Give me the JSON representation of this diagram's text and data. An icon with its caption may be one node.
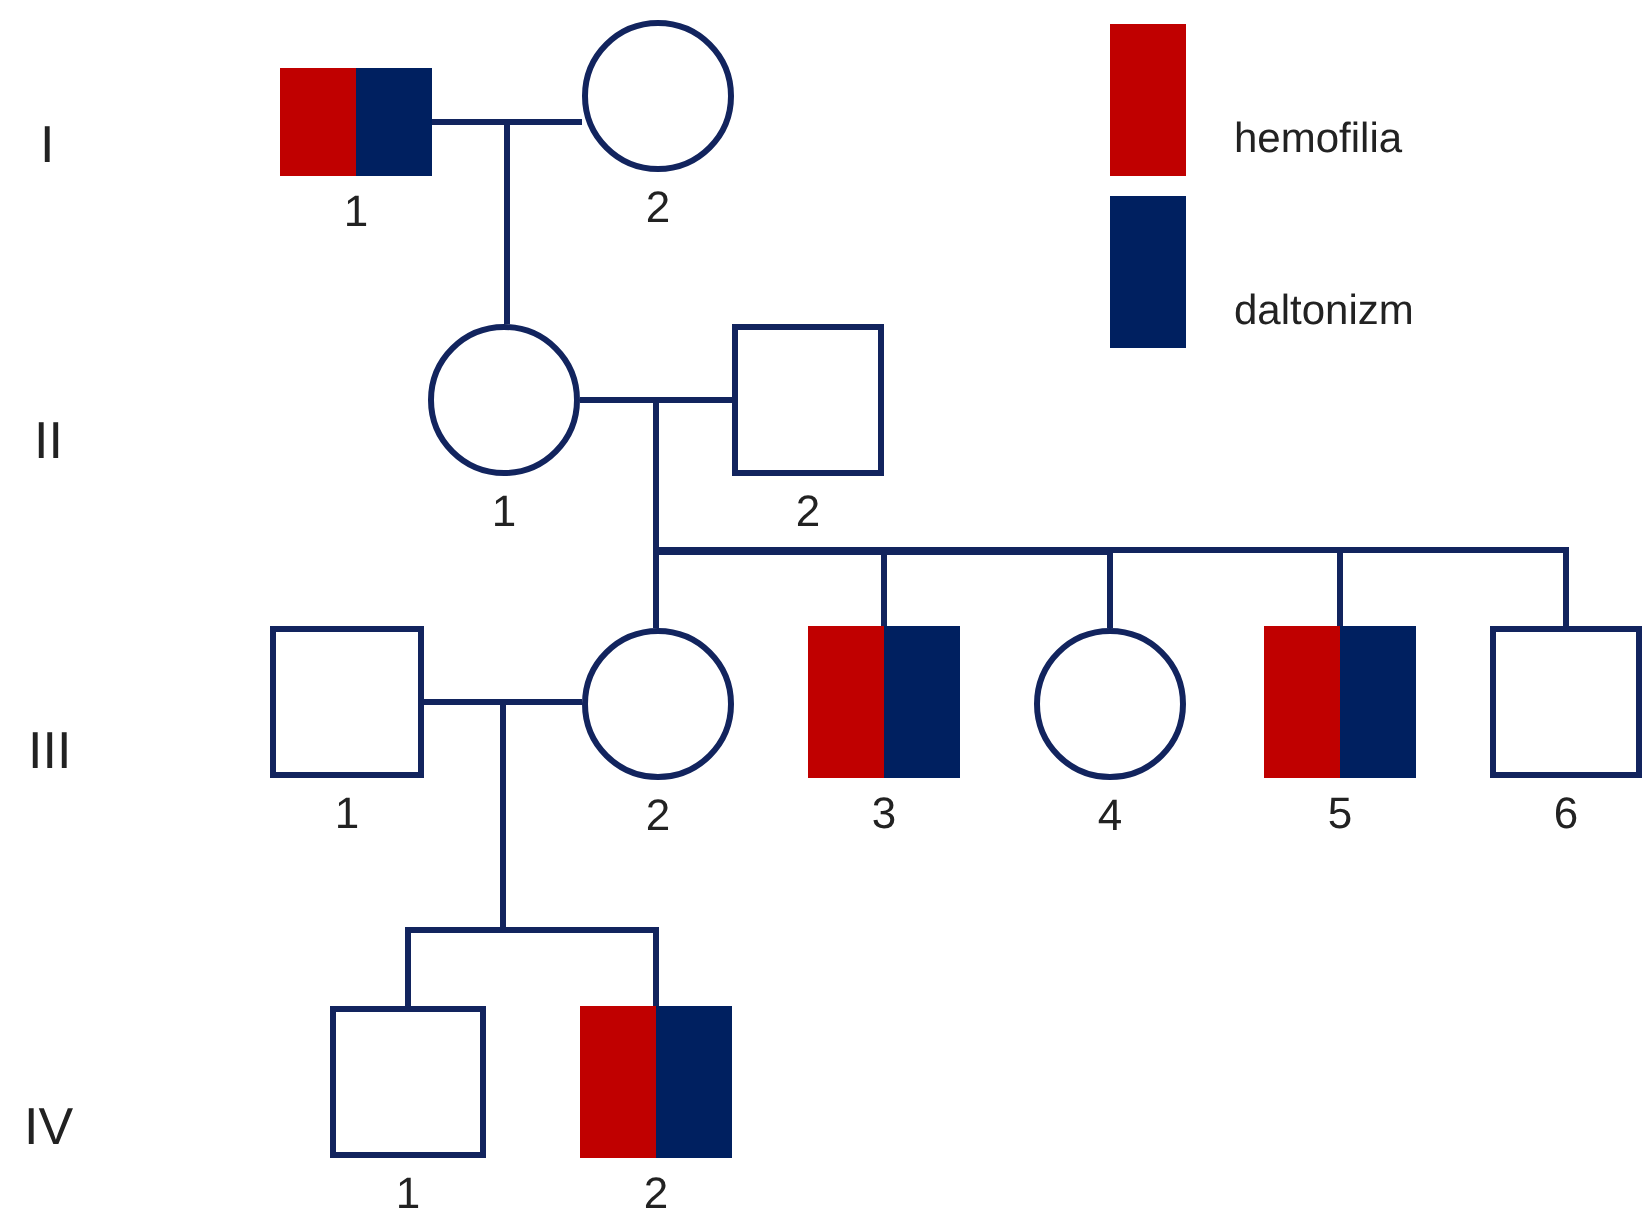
{
  "diagram": {
    "nodes": [
      {
        "text": [
          "1"
        ]
      },
      {
        "text": [
          "2"
        ]
      },
      {
        "text": [
          "1"
        ]
      },
      {
        "text": [
          "2"
        ]
      },
      {
        "text": [
          "1"
        ]
      },
      {
        "text": [
          "2"
        ]
      },
      {
        "text": [
          "3"
        ]
      },
      {
        "text": [
          "4"
        ]
      },
      {
        "text": [
          "5"
        ]
      },
      {
        "text": [
          "6"
        ]
      },
      {
        "text": [
          "1"
        ]
      },
      {
        "text": [
          "2"
        ]
      }
    ],
    "edges": [
      {
        "from": 0,
        "to": 1,
        "arrow": "none"
      },
      {
        "from": 0,
        "to": 2,
        "arrow": "none"
      },
      {
        "from": 1,
        "to": 2,
        "arrow": "none"
      },
      {
        "from": 2,
        "to": 3,
        "arrow": "none"
      },
      {
        "from": 2,
        "to": 5,
        "arrow": "none"
      },
      {
        "from": 3,
        "to": 5,
        "arrow": "none"
      },
      {
        "from": 2,
        "to": 6,
        "arrow": "none"
      },
      {
        "from": 3,
        "to": 6,
        "arrow": "none"
      },
      {
        "from": 2,
        "to": 7,
        "arrow": "none"
      },
      {
        "from": 3,
        "to": 7,
        "arrow": "none"
      },
      {
        "from": 2,
        "to": 8,
        "arrow": "none"
      },
      {
        "from": 3,
        "to": 8,
        "arrow": "none"
      },
      {
        "from": 2,
        "to": 9,
        "arrow": "none"
      },
      {
        "from": 3,
        "to": 9,
        "arrow": "none"
      },
      {
        "from": 4,
        "to": 5,
        "arrow": "none"
      },
      {
        "from": 4,
        "to": 10,
        "arrow": "none"
      },
      {
        "from": 5,
        "to": 10,
        "arrow": "none"
      },
      {
        "from": 4,
        "to": 11,
        "arrow": "none"
      },
      {
        "from": 5,
        "to": 11,
        "arrow": "none"
      }
    ],
    "labels": [
      "I",
      "II",
      "III",
      "IV"
    ],
    "legend": [
      {
        "text": "hemofilia",
        "color": "#c00000"
      },
      {
        "text": "daltonizm",
        "color": "#002060"
      }
    ]
  }
}
